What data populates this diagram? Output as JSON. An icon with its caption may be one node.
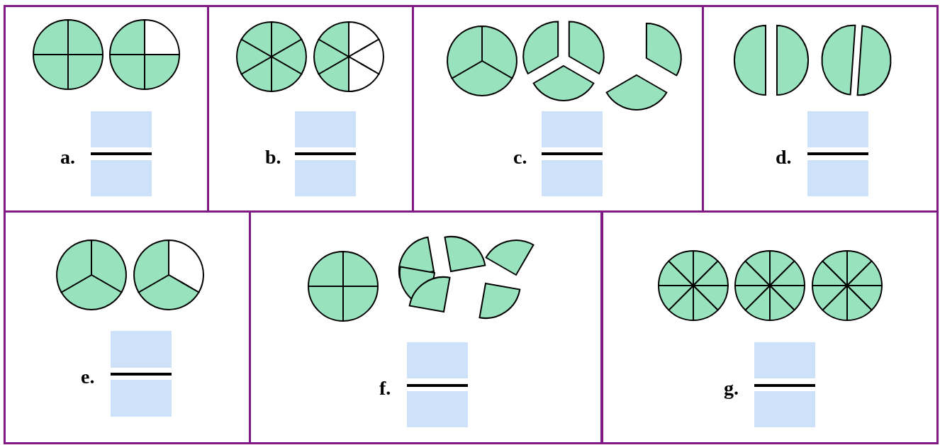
{
  "diagram": {
    "labels": [
      "a.",
      "b.",
      "c.",
      "d.",
      "e.",
      "f.",
      "g."
    ]
  }
}
